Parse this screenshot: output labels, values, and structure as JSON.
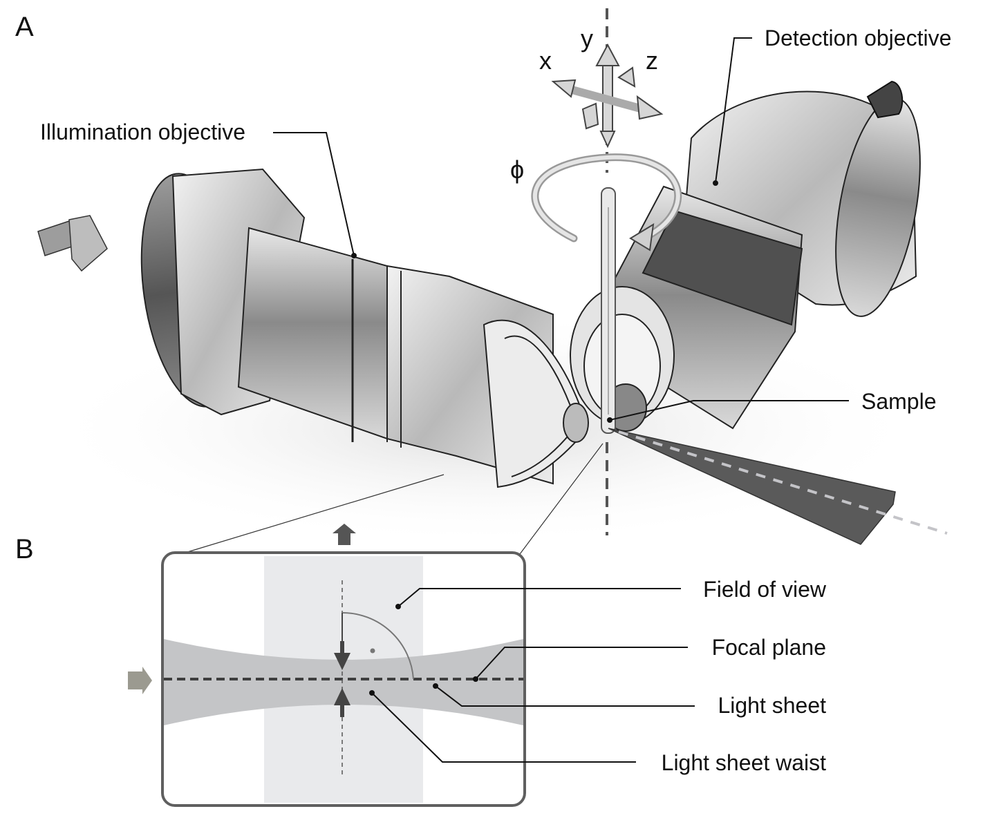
{
  "panels": {
    "a": "A",
    "b": "B"
  },
  "labels": {
    "illumination_objective": "Illumination objective",
    "detection_objective": "Detection objective",
    "sample": "Sample",
    "field_of_view": "Field of view",
    "focal_plane": "Focal plane",
    "light_sheet": "Light sheet",
    "light_sheet_waist": "Light sheet waist"
  },
  "axes": {
    "x": "x",
    "y": "y",
    "z": "z",
    "rotation": "ϕ"
  },
  "colors": {
    "metal_dark": "#5a5a5a",
    "metal_mid": "#9a9a9a",
    "metal_light": "#e6e6e6",
    "sheet": "#c4c5c7",
    "fov": "#e9eaec",
    "frame": "#5f5f5f",
    "arrow_illum": "#9b9a90",
    "arrow_dark": "#4a4a4a"
  }
}
